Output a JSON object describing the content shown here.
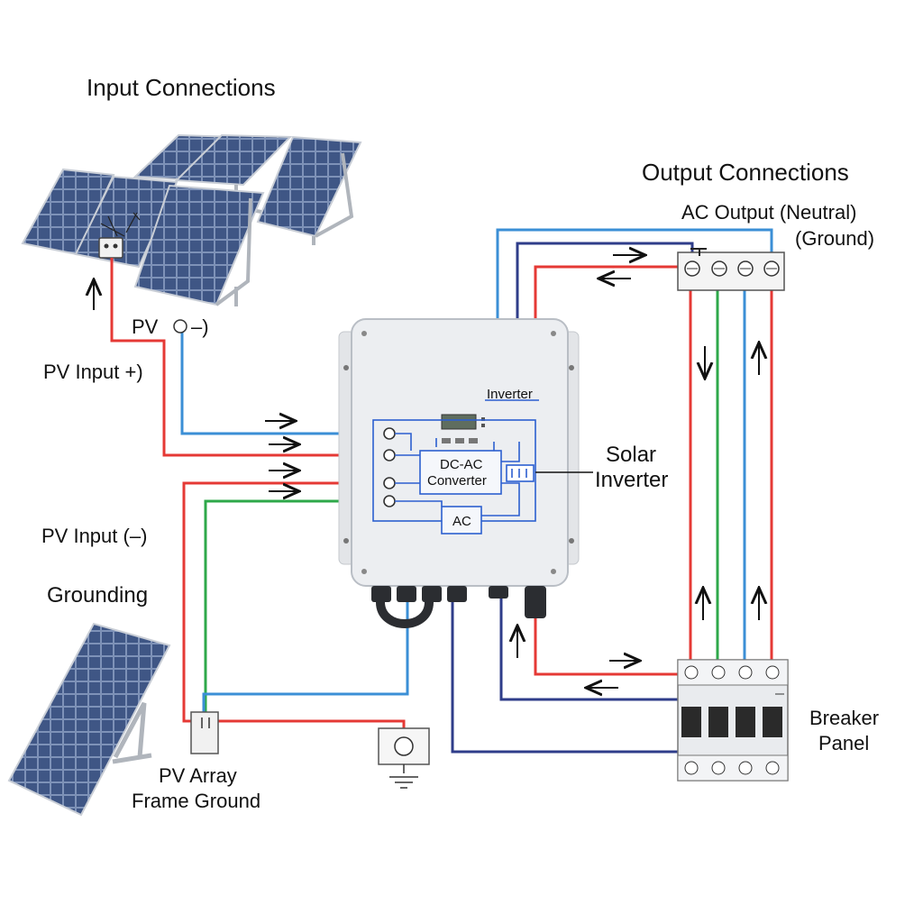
{
  "labels": {
    "input_connections": "Input Connections",
    "output_connections": "Output Connections",
    "ac_output_neutral": "AC Output (Neutral)",
    "ac_output_ground": "(Ground)",
    "pv_minus": "PV",
    "pv_minus_suffix": "–)",
    "pv_input_plus": "PV Input +)",
    "pv_input_minus": "PV Input (–)",
    "grounding": "Grounding",
    "pv_array_line1": "PV Array",
    "pv_array_line2": "Frame Ground",
    "inverter_title": "Inverter",
    "dc_ac_line1": "DC-AC",
    "dc_ac_line2": "Converter",
    "ac_box": "AC",
    "solar_inverter_line1": "Solar",
    "solar_inverter_line2": "Inverter",
    "breaker_line1": "Breaker",
    "breaker_line2": "Panel"
  },
  "colors": {
    "positive": "#e53935",
    "pv_negative": "#3b8fd6",
    "ground": "#2ea84a",
    "neutral": "#2f3d8a",
    "panel_cell": "#3b4f7a",
    "inverter_body": "#eceef1"
  }
}
